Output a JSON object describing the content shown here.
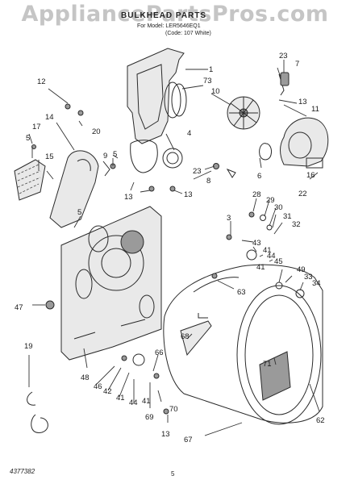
{
  "watermark": "AppliancePartsPros.com",
  "header": {
    "title": "BULKHEAD PARTS",
    "model": "For Model: LER5646EQ1",
    "code": "(Code: 107 White)"
  },
  "footer": {
    "doc_code": "4377382",
    "page": "5"
  },
  "callouts": [
    {
      "label": "1"
    },
    {
      "label": "73"
    },
    {
      "label": "10"
    },
    {
      "label": "23"
    },
    {
      "label": "7"
    },
    {
      "label": "12"
    },
    {
      "label": "20"
    },
    {
      "label": "14"
    },
    {
      "label": "17"
    },
    {
      "label": "5"
    },
    {
      "label": "15"
    },
    {
      "label": "9"
    },
    {
      "label": "5"
    },
    {
      "label": "4"
    },
    {
      "label": "13"
    },
    {
      "label": "11"
    },
    {
      "label": "6"
    },
    {
      "label": "23"
    },
    {
      "label": "8"
    },
    {
      "label": "22"
    },
    {
      "label": "16"
    },
    {
      "label": "13"
    },
    {
      "label": "13"
    },
    {
      "label": "28"
    },
    {
      "label": "29"
    },
    {
      "label": "30"
    },
    {
      "label": "31"
    },
    {
      "label": "32"
    },
    {
      "label": "3"
    },
    {
      "label": "5"
    },
    {
      "label": "43"
    },
    {
      "label": "41"
    },
    {
      "label": "44"
    },
    {
      "label": "45"
    },
    {
      "label": "41"
    },
    {
      "label": "49"
    },
    {
      "label": "33"
    },
    {
      "label": "34"
    },
    {
      "label": "63"
    },
    {
      "label": "47"
    },
    {
      "label": "68"
    },
    {
      "label": "71"
    },
    {
      "label": "19"
    },
    {
      "label": "48"
    },
    {
      "label": "46"
    },
    {
      "label": "42"
    },
    {
      "label": "41"
    },
    {
      "label": "44"
    },
    {
      "label": "66"
    },
    {
      "label": "41"
    },
    {
      "label": "69"
    },
    {
      "label": "70"
    },
    {
      "label": "13"
    },
    {
      "label": "67"
    },
    {
      "label": "62"
    }
  ]
}
